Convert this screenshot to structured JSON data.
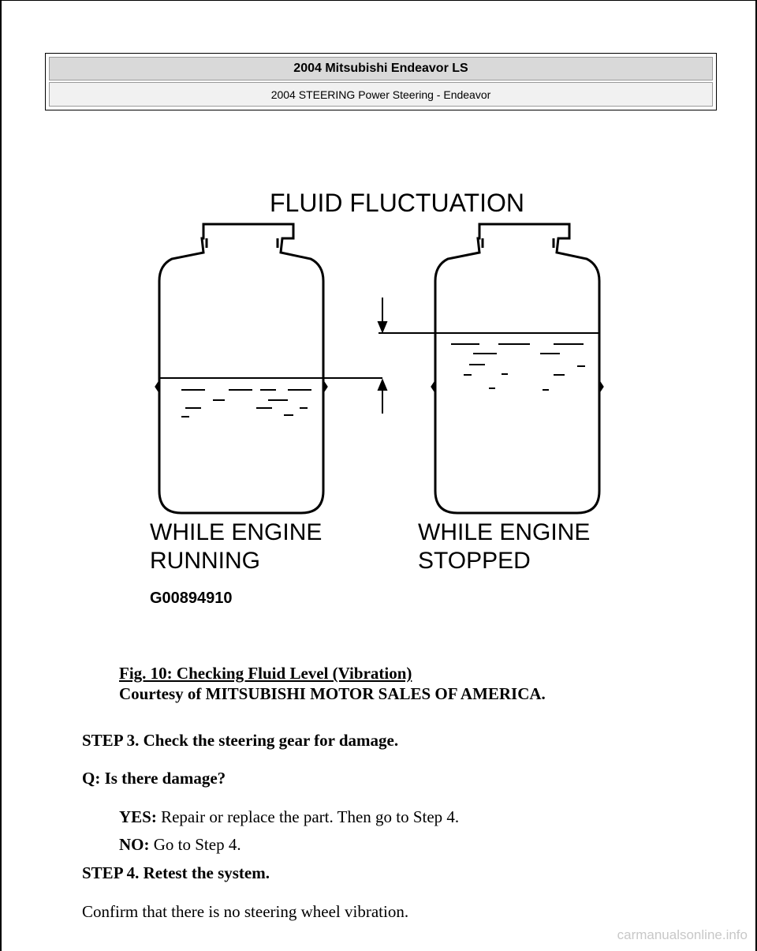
{
  "header": {
    "title": "2004 Mitsubishi Endeavor LS",
    "subtitle": "2004 STEERING Power Steering - Endeavor"
  },
  "figure": {
    "heading": "FLUID FLUCTUATION",
    "left_label_line1": "WHILE ENGINE",
    "left_label_line2": "RUNNING",
    "right_label_line1": "WHILE ENGINE",
    "right_label_line2": "STOPPED",
    "code": "G00894910"
  },
  "caption": {
    "title": "Fig. 10: Checking Fluid Level (Vibration)",
    "credit": "Courtesy of MITSUBISHI MOTOR SALES OF AMERICA."
  },
  "body": {
    "step3": "STEP 3. Check the steering gear for damage.",
    "question": "Q: Is there damage?",
    "yes_label": "YES:",
    "yes_text": " Repair or replace the part. Then go to Step 4.",
    "no_label": "NO:",
    "no_text": " Go to Step 4.",
    "step4": "STEP 4. Retest the system.",
    "confirm": "Confirm that there is no steering wheel vibration."
  },
  "watermark": "carmanualsonline.info"
}
